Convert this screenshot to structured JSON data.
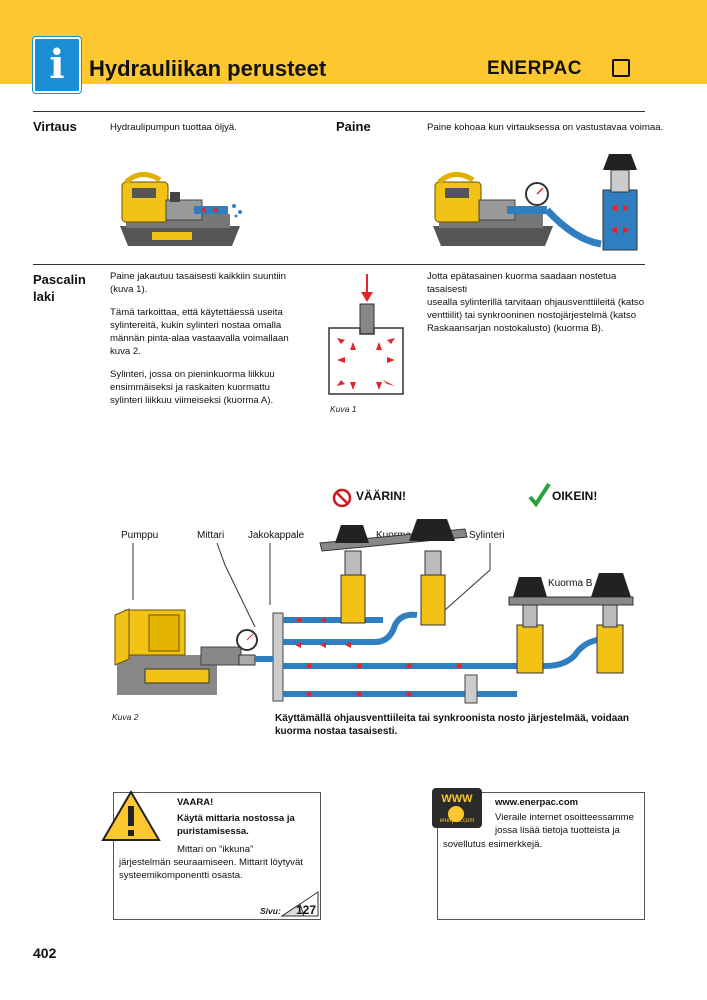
{
  "header": {
    "title": "Hydrauliikan perusteet",
    "brand": "ENERPAC",
    "info_glyph": "i"
  },
  "sections": {
    "virtaus": {
      "heading": "Virtaus",
      "text": "Hydraulipumpun tuottaa öljyä."
    },
    "paine": {
      "heading": "Paine",
      "text": "Paine kohoaa kun virtauksessa on vastustavaa voimaa."
    },
    "pascal": {
      "heading_line1": "Pascalin",
      "heading_line2": "laki",
      "col1": [
        "Paine jakautuu tasaisesti kaikkiin  suuntiin",
        "(kuva 1).",
        "",
        "Tämä tarkoittaa, että käytettäessä useita",
        "sylintereitä, kukin sylinteri nostaa omalla",
        "männän pinta-alaa vastaavalla voimallaan",
        "kuva 2.",
        "",
        "Sylinteri, jossa on pieninkuorma liikkuu",
        "ensimmäiseksi ja raskaiten kuormattu",
        "sylinteri liikkuu viimeiseksi (kuorma A)."
      ],
      "col2": [
        "Jotta epätasainen kuorma saadaan nostetua tasaisesti",
        "usealla sylinterillä tarvitaan ohjausventtiileitä (katso",
        "venttiilit) tai synkrooninen nostojärjestelmä (katso",
        "Raskaansarjan nostokalusto) (kuorma B)."
      ],
      "caption1": "Kuva 1"
    }
  },
  "diagram2": {
    "wrong": "VÄÄRIN!",
    "right": "OIKEIN!",
    "pumppu": "Pumppu",
    "mittari": "Mittari",
    "jakokappale": "Jakokappale",
    "kuorma_a": "Kuorma A",
    "sylinteri": "Sylinteri",
    "kuorma_b": "Kuorma B",
    "caption": "Kuva 2",
    "note": "Käyttämällä ohjausventtiileita tai synkroonista nosto järjestelmää, voidaan kuorma nostaa tasaisesti."
  },
  "warning": {
    "title": "VAARA!",
    "line1": "Käytä mittaria nostossa ja",
    "line2": "puristamisessa.",
    "line3": "Mittari on “ikkuna”",
    "line4": "järjestelmän seuraamiseen. Mittarit löytyvät",
    "line5": "systeemikomponentti osasta.",
    "sivu_label": "Sivu:",
    "sivu_value": "127"
  },
  "web": {
    "badge": "WWW",
    "badge_sub": "enerpac.com",
    "url": "www.enerpac.com",
    "line1": "Vieraile internet osoitteessamme",
    "line2": "jossa lisää tietoja tuotteista ja",
    "line3": "sovellutus esimerkkejä."
  },
  "page_number": "402",
  "colors": {
    "band": "#fdc82f",
    "info_blue": "#1a8fd3",
    "pump_yellow": "#f2c315",
    "hose_blue": "#2f7fc0",
    "arrow_red": "#e0252b",
    "ok_green": "#2aa43a",
    "wrong_red": "#d1161d"
  }
}
